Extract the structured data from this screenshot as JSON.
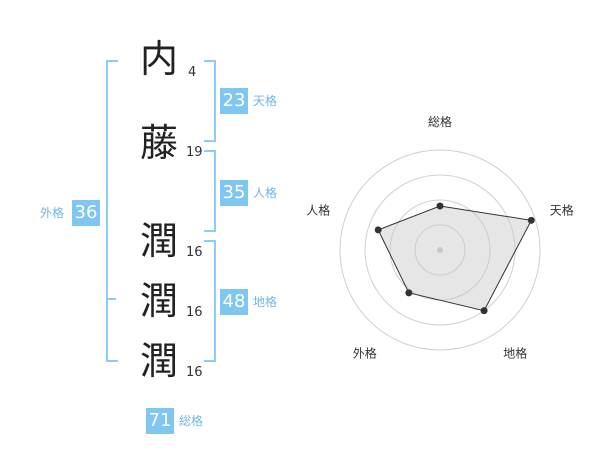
{
  "name": {
    "chars": [
      {
        "char": "内",
        "strokes": "4"
      },
      {
        "char": "藤",
        "strokes": "19"
      },
      {
        "char": "潤",
        "strokes": "16"
      },
      {
        "char": "潤",
        "strokes": "16"
      },
      {
        "char": "潤",
        "strokes": "16"
      }
    ]
  },
  "kaku": {
    "tenkaku": {
      "value": "23",
      "label": "天格"
    },
    "jinkaku": {
      "value": "35",
      "label": "人格"
    },
    "chikaku": {
      "value": "48",
      "label": "地格"
    },
    "gaikaku": {
      "value": "36",
      "label": "外格"
    },
    "soukaku": {
      "value": "71",
      "label": "総格"
    }
  },
  "colors": {
    "accent": "#7fc6f0",
    "bracket": "#8ecdf2",
    "label": "#6fb6e6"
  },
  "chart_data": {
    "type": "radar",
    "axes": [
      "総格",
      "天格",
      "地格",
      "外格",
      "人格"
    ],
    "values": [
      0.44,
      0.96,
      0.75,
      0.53,
      0.65
    ],
    "max": 1,
    "rings": 4
  }
}
